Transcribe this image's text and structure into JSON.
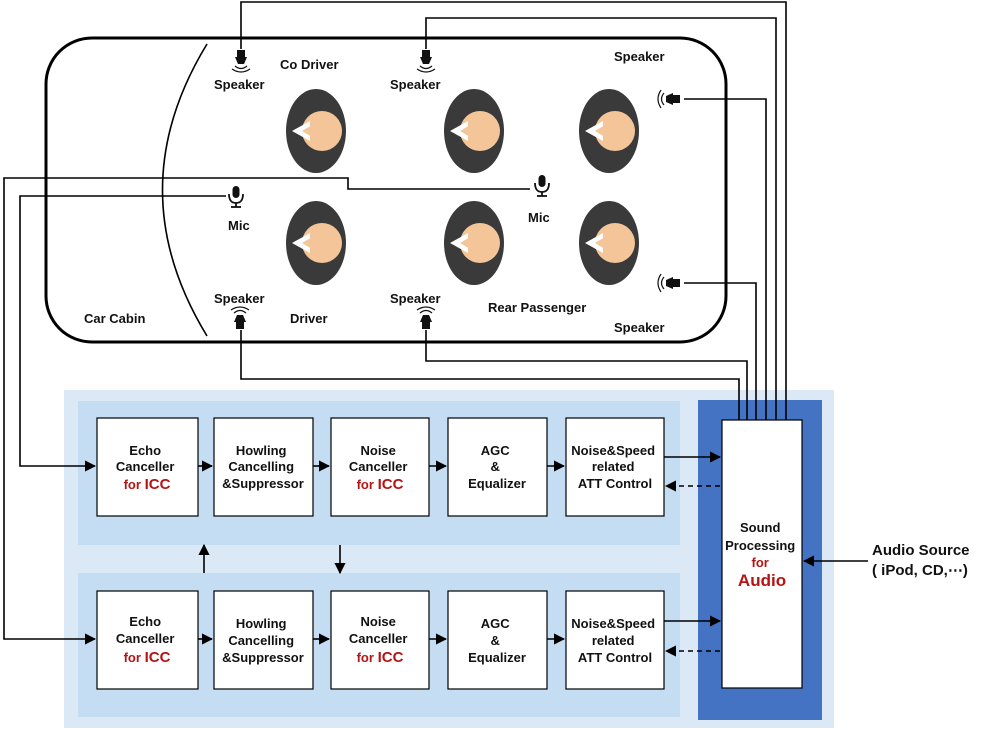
{
  "cabin": {
    "label": "Car Cabin",
    "driver": "Driver",
    "co_driver": "Co Driver",
    "rear_passenger": "Rear Passenger"
  },
  "speakers": {
    "front_left": "Speaker",
    "front_right": "Speaker",
    "rear_top": "Speaker",
    "bottom_left": "Speaker",
    "bottom_right": "Speaker",
    "rear_bottom": "Speaker"
  },
  "mics": {
    "front": "Mic",
    "rear": "Mic"
  },
  "pipeline": {
    "echo": {
      "line1": "Echo",
      "line2": "Canceller",
      "for": "for",
      "tag": "ICC"
    },
    "howling": {
      "line1": "Howling",
      "line2": "Cancelling",
      "line3": "&Suppressor"
    },
    "noise": {
      "line1": "Noise",
      "line2": "Canceller",
      "for": "for",
      "tag": "ICC"
    },
    "agc": {
      "line1": "AGC",
      "line2": "&",
      "line3": "Equalizer"
    },
    "att": {
      "line1": "Noise&Speed",
      "line2": "related",
      "line3": "ATT Control"
    }
  },
  "sound_processing": {
    "line1": "Sound",
    "line2": "Processing",
    "line3": "for",
    "line4": "Audio"
  },
  "audio_source": {
    "line1": "Audio Source",
    "line2": "( iPod, CD,⋯)"
  },
  "colors": {
    "panel_light": "#dbe9f7",
    "lane_blue": "#c5ddf2",
    "sound_blue": "#4473c4",
    "accent_red": "#b41414",
    "head_dark": "#3a3a3a",
    "skin": "#f3c598"
  }
}
